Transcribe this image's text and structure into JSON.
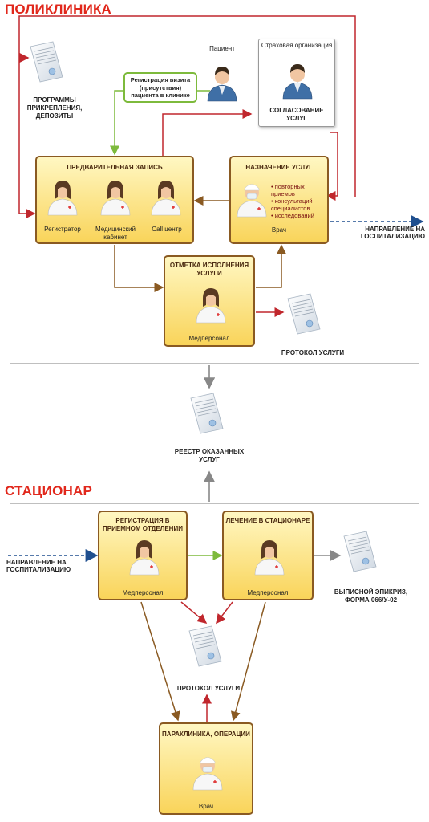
{
  "sections": {
    "clinic": "ПОЛИКЛИНИКА",
    "hospital": "СТАЦИОНАР"
  },
  "clinic": {
    "programs_label": "ПРОГРАММЫ ПРИКРЕПЛЕНИЯ, ДЕПОЗИТЫ",
    "patient_label": "Пациент",
    "registration_visit": "Регистрация визита (присутствия) пациента в клинике",
    "insurance": {
      "org_label": "Страховая организация",
      "approval": "СОГЛАСОВАНИЕ УСЛУГ"
    },
    "pre_booking": {
      "title": "ПРЕДВАРИТЕЛЬНАЯ ЗАПИСЬ",
      "roles": [
        "Регистратор",
        "Медицинский кабинет",
        "Call центр"
      ]
    },
    "assignment": {
      "title": "НАЗНАЧЕНИЕ УСЛУГ",
      "bullets": [
        "повторных приемов",
        "консультаций специалистов",
        "исследований"
      ],
      "role": "Врач"
    },
    "referral_out": "НАПРАВЛЕНИЕ НА ГОСПИТАЛИЗАЦИЮ",
    "execution": {
      "title": "ОТМЕТКА ИСПОЛНЕНИЯ УСЛУГИ",
      "role": "Медперсонал"
    },
    "protocol": "ПРОТОКОЛ УСЛУГИ"
  },
  "registry": "РЕЕСТР ОКАЗАННЫХ УСЛУГ",
  "hospital": {
    "referral_in": "НАПРАВЛЕНИЕ НА ГОСПИТАЛИЗАЦИЮ",
    "admission": {
      "title": "РЕГИСТРАЦИЯ В ПРИЕМНОМ ОТДЕЛЕНИИ",
      "role": "Медперсонал"
    },
    "treatment": {
      "title": "ЛЕЧЕНИЕ В СТАЦИОНАРЕ",
      "role": "Медперсонал"
    },
    "discharge": "ВЫПИСНОЙ ЭПИКРИЗ, ФОРМА 066/У-02",
    "protocol": "ПРОТОКОЛ УСЛУГИ",
    "paraclinic": {
      "title": "ПАРАКЛИНИКА, ОПЕРАЦИИ",
      "role": "Врач"
    }
  },
  "colors": {
    "section_title": "#e1271b",
    "red_arrow": "#c0272d",
    "brown_arrow": "#8a5a22",
    "green_arrow": "#7dba3c",
    "blue_arrow": "#1f4f8f",
    "gray_arrow": "#888888"
  }
}
